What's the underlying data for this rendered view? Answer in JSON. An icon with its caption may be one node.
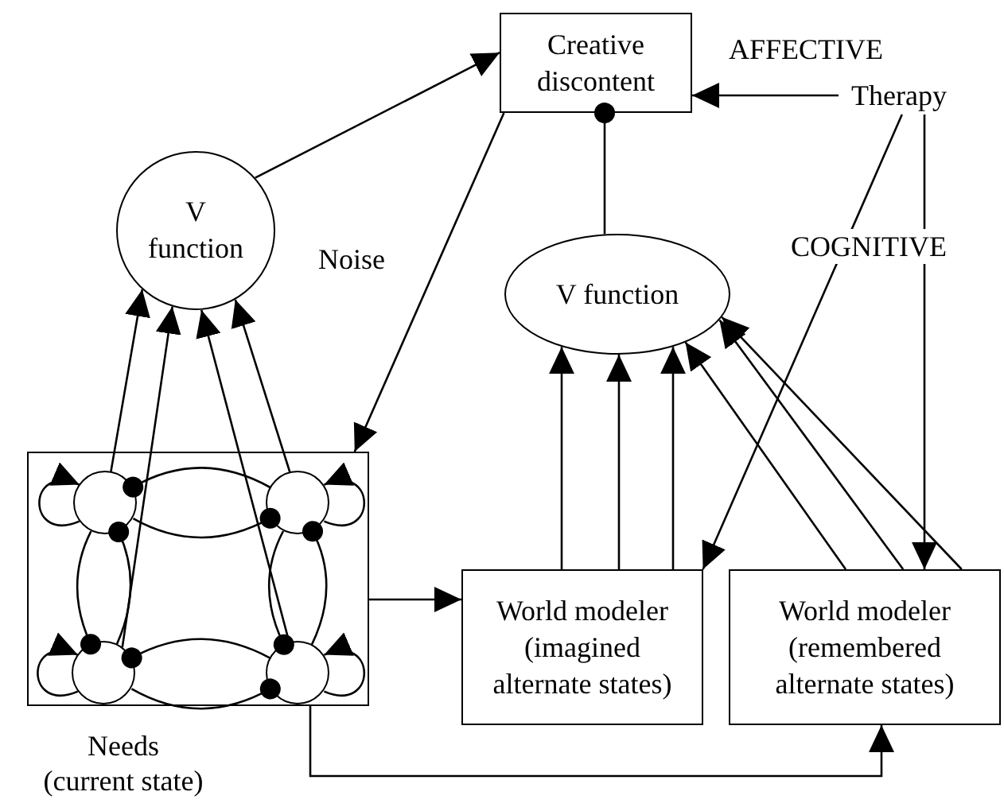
{
  "diagram": {
    "nodes": [
      {
        "text": [
          "V function"
        ]
      },
      {
        "text": [
          "Creative discontent"
        ]
      },
      {
        "text": [
          "V function"
        ]
      },
      {
        "text": [],
        "shape": "box",
        "beside": [
          "Needs (current state)"
        ]
      },
      {
        "text": [],
        "shape": "circle",
        "in": 3
      },
      {
        "text": [],
        "shape": "circle",
        "in": 3
      },
      {
        "text": [],
        "shape": "circle",
        "in": 3
      },
      {
        "text": [],
        "shape": "circle",
        "in": 3
      },
      {
        "text": [
          "World modeler (imagined alternate states)"
        ]
      },
      {
        "text": [
          "World modeler (remembered alternate states)"
        ]
      },
      {
        "text": [
          "Therapy"
        ]
      }
    ],
    "edges": [
      {
        "from": 0,
        "to": 1,
        "arrow": "to"
      },
      {
        "from": 1,
        "to": 3,
        "arrow": "to"
      },
      {
        "from": 2,
        "to": 1,
        "arrow": "other"
      },
      {
        "from": 10,
        "to": 1,
        "arrow": "to"
      },
      {
        "from": 10,
        "to": 8,
        "arrow": "to"
      },
      {
        "from": 10,
        "to": 9,
        "arrow": "to"
      },
      {
        "from": 8,
        "to": 2,
        "arrow": "to"
      },
      {
        "from": 8,
        "to": 2,
        "arrow": "to"
      },
      {
        "from": 8,
        "to": 2,
        "arrow": "to"
      },
      {
        "from": 9,
        "to": 2,
        "arrow": "to"
      },
      {
        "from": 9,
        "to": 2,
        "arrow": "to"
      },
      {
        "from": 9,
        "to": 2,
        "arrow": "to"
      },
      {
        "from": 3,
        "to": 8,
        "arrow": "to"
      },
      {
        "from": 3,
        "to": 9,
        "arrow": "to"
      },
      {
        "from": 4,
        "to": 0,
        "arrow": "to"
      },
      {
        "from": 6,
        "to": 0,
        "arrow": "to"
      },
      {
        "from": 7,
        "to": 0,
        "arrow": "to"
      },
      {
        "from": 5,
        "to": 0,
        "arrow": "to"
      },
      {
        "from": 4,
        "to": 4,
        "arrow": "to"
      },
      {
        "from": 5,
        "to": 5,
        "arrow": "to"
      },
      {
        "from": 6,
        "to": 6,
        "arrow": "to"
      },
      {
        "from": 7,
        "to": 7,
        "arrow": "to"
      },
      {
        "from": 5,
        "to": 4,
        "arrow": "other"
      },
      {
        "from": 4,
        "to": 5,
        "arrow": "other"
      },
      {
        "from": 4,
        "to": 6,
        "arrow": "other"
      },
      {
        "from": 6,
        "to": 4,
        "arrow": "other"
      },
      {
        "from": 7,
        "to": 5,
        "arrow": "other"
      },
      {
        "from": 5,
        "to": 7,
        "arrow": "other"
      },
      {
        "from": 7,
        "to": 6,
        "arrow": "other"
      },
      {
        "from": 6,
        "to": 7,
        "arrow": "other"
      }
    ],
    "labels": [
      "AFFECTIVE",
      "Noise",
      "COGNITIVE"
    ]
  }
}
